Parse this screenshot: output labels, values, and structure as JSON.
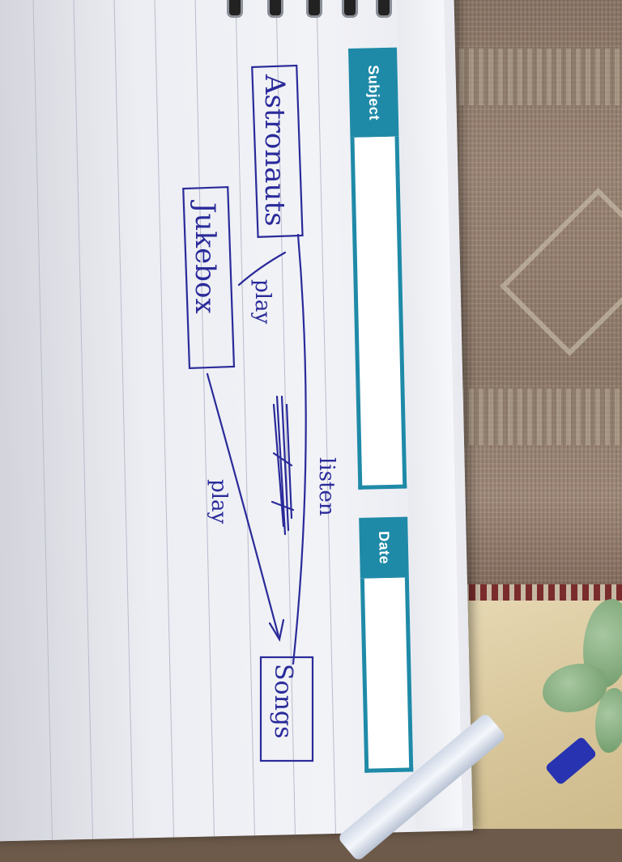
{
  "notebook": {
    "header": {
      "subject_label": "Subject",
      "date_label": "Date"
    }
  },
  "diagram": {
    "nodes": {
      "astronauts": "Astronauts",
      "jukebox": "Jukebox",
      "songs": "Songs"
    },
    "edges": {
      "astronauts_jukebox": "play",
      "astronauts_songs": "listen",
      "jukebox_songs": "play"
    }
  },
  "colors": {
    "ink": "#2a2a9a",
    "header_accent": "#1f8aa8",
    "paper": "#f2f3f7"
  }
}
